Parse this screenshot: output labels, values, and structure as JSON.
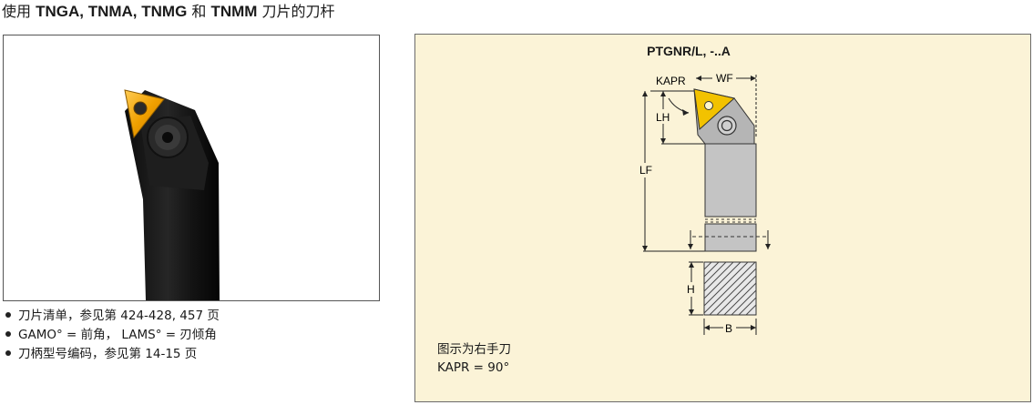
{
  "header": {
    "prefix": "使用 ",
    "insert_codes": "TNGA, TNMA, TNMG",
    "connector": " 和 ",
    "last_code": "TNMM",
    "suffix": " 刀片的刀杆"
  },
  "notes": [
    "刀片清单，参见第 424-428, 457 页",
    "GAMO° = 前角， LAMS° = 刃倾角",
    "刀柄型号编码，参见第 14-15 页"
  ],
  "diagram": {
    "title": "PTGNR/L, -..A",
    "labels": {
      "kapr": "KAPR",
      "wf": "WF",
      "lh": "LH",
      "lf": "LF",
      "h": "H",
      "b": "B"
    },
    "caption_line1": "图示为右手刀",
    "caption_line2": "KAPR = 90°"
  },
  "colors": {
    "insert": "#f2c200",
    "diagram_bg": "#fbf3d7",
    "holder_gray": "#c4c4c4"
  }
}
